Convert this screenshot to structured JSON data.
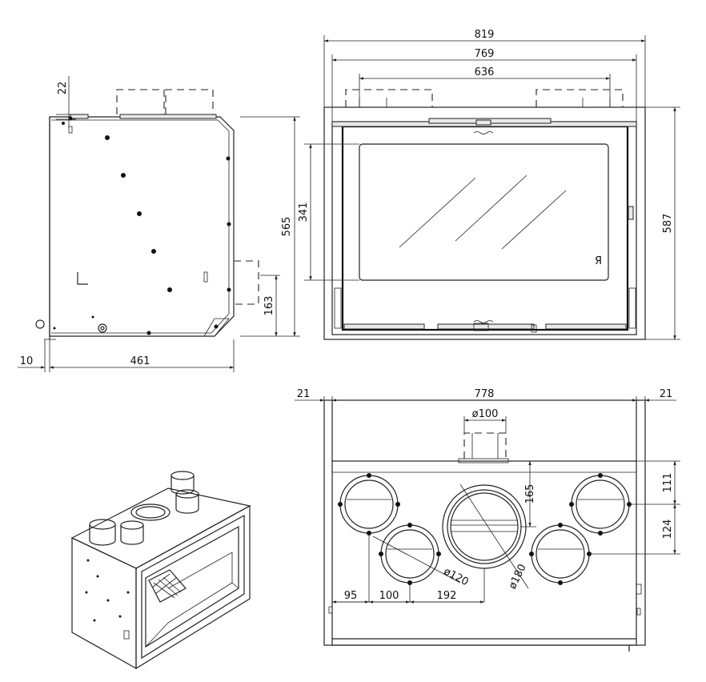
{
  "side_view": {
    "dim_top_offset": "22",
    "dim_height": "565",
    "dim_connection_height": "163",
    "dim_back_offset": "10",
    "dim_depth": "461"
  },
  "front_view": {
    "dim_total_width": "819",
    "dim_frame_width": "769",
    "dim_outlet_spacing": "636",
    "dim_glass_height": "341",
    "dim_total_height": "587"
  },
  "top_view": {
    "dim_left_margin": "21",
    "dim_width": "778",
    "dim_right_margin": "21",
    "dim_small_collar": "ø100",
    "dim_collar_offset": "165",
    "dim_right_upper": "111",
    "dim_right_lower": "124",
    "dim_pipe_small": "ø120",
    "dim_pipe_large": "ø180",
    "dim_x1": "95",
    "dim_x2": "100",
    "dim_x3": "192"
  },
  "colors": {
    "line": "#222222",
    "background": "#ffffff",
    "fill": "#e9e9e9"
  }
}
